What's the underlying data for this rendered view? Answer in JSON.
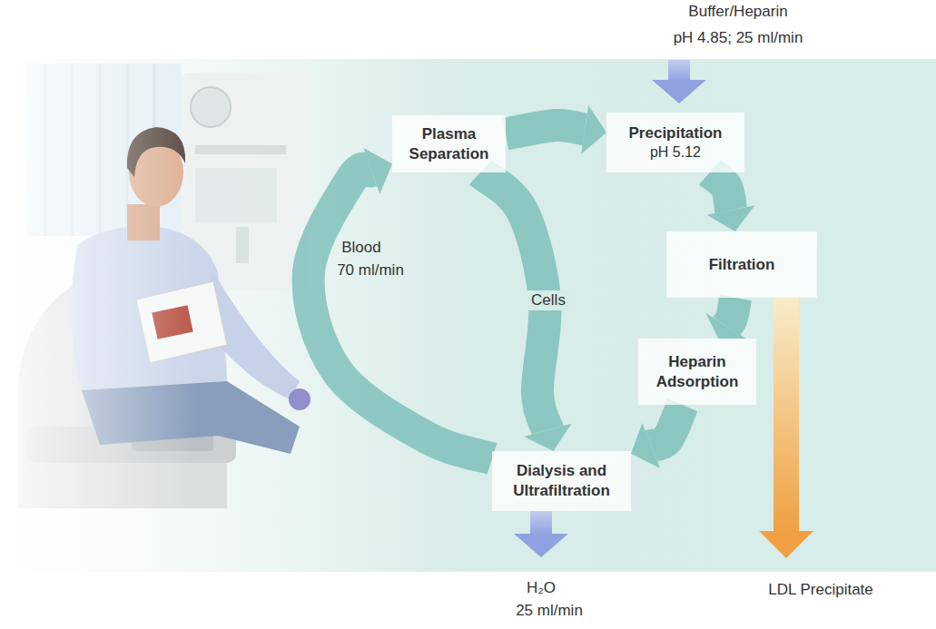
{
  "diagram": {
    "nodes": [
      {
        "text": [
          "Plasma Separation"
        ]
      },
      {
        "text": [
          "Precipitation",
          "pH 5.12"
        ]
      },
      {
        "text": [
          "Filtration"
        ]
      },
      {
        "text": [
          "Heparin Adsorption"
        ]
      },
      {
        "text": [
          "Dialysis and Ultrafiltration"
        ]
      }
    ],
    "edges": [
      {
        "from": 0,
        "to": 1,
        "arrow": "to"
      },
      {
        "from": 1,
        "to": 2,
        "arrow": "to"
      },
      {
        "from": 2,
        "to": 3,
        "arrow": "to"
      },
      {
        "from": 3,
        "to": 4,
        "arrow": "to"
      },
      {
        "from": 0,
        "to": 4,
        "arrow": "to",
        "label": "Cells"
      },
      {
        "from": 4,
        "to": 0,
        "arrow": "to"
      }
    ],
    "labels": [
      "Buffer/Heparin",
      "pH 4.85; 25 ml/min",
      "Blood",
      "70 ml/min",
      "H₂O",
      "25 ml/min",
      "LDL Precipitate"
    ]
  }
}
